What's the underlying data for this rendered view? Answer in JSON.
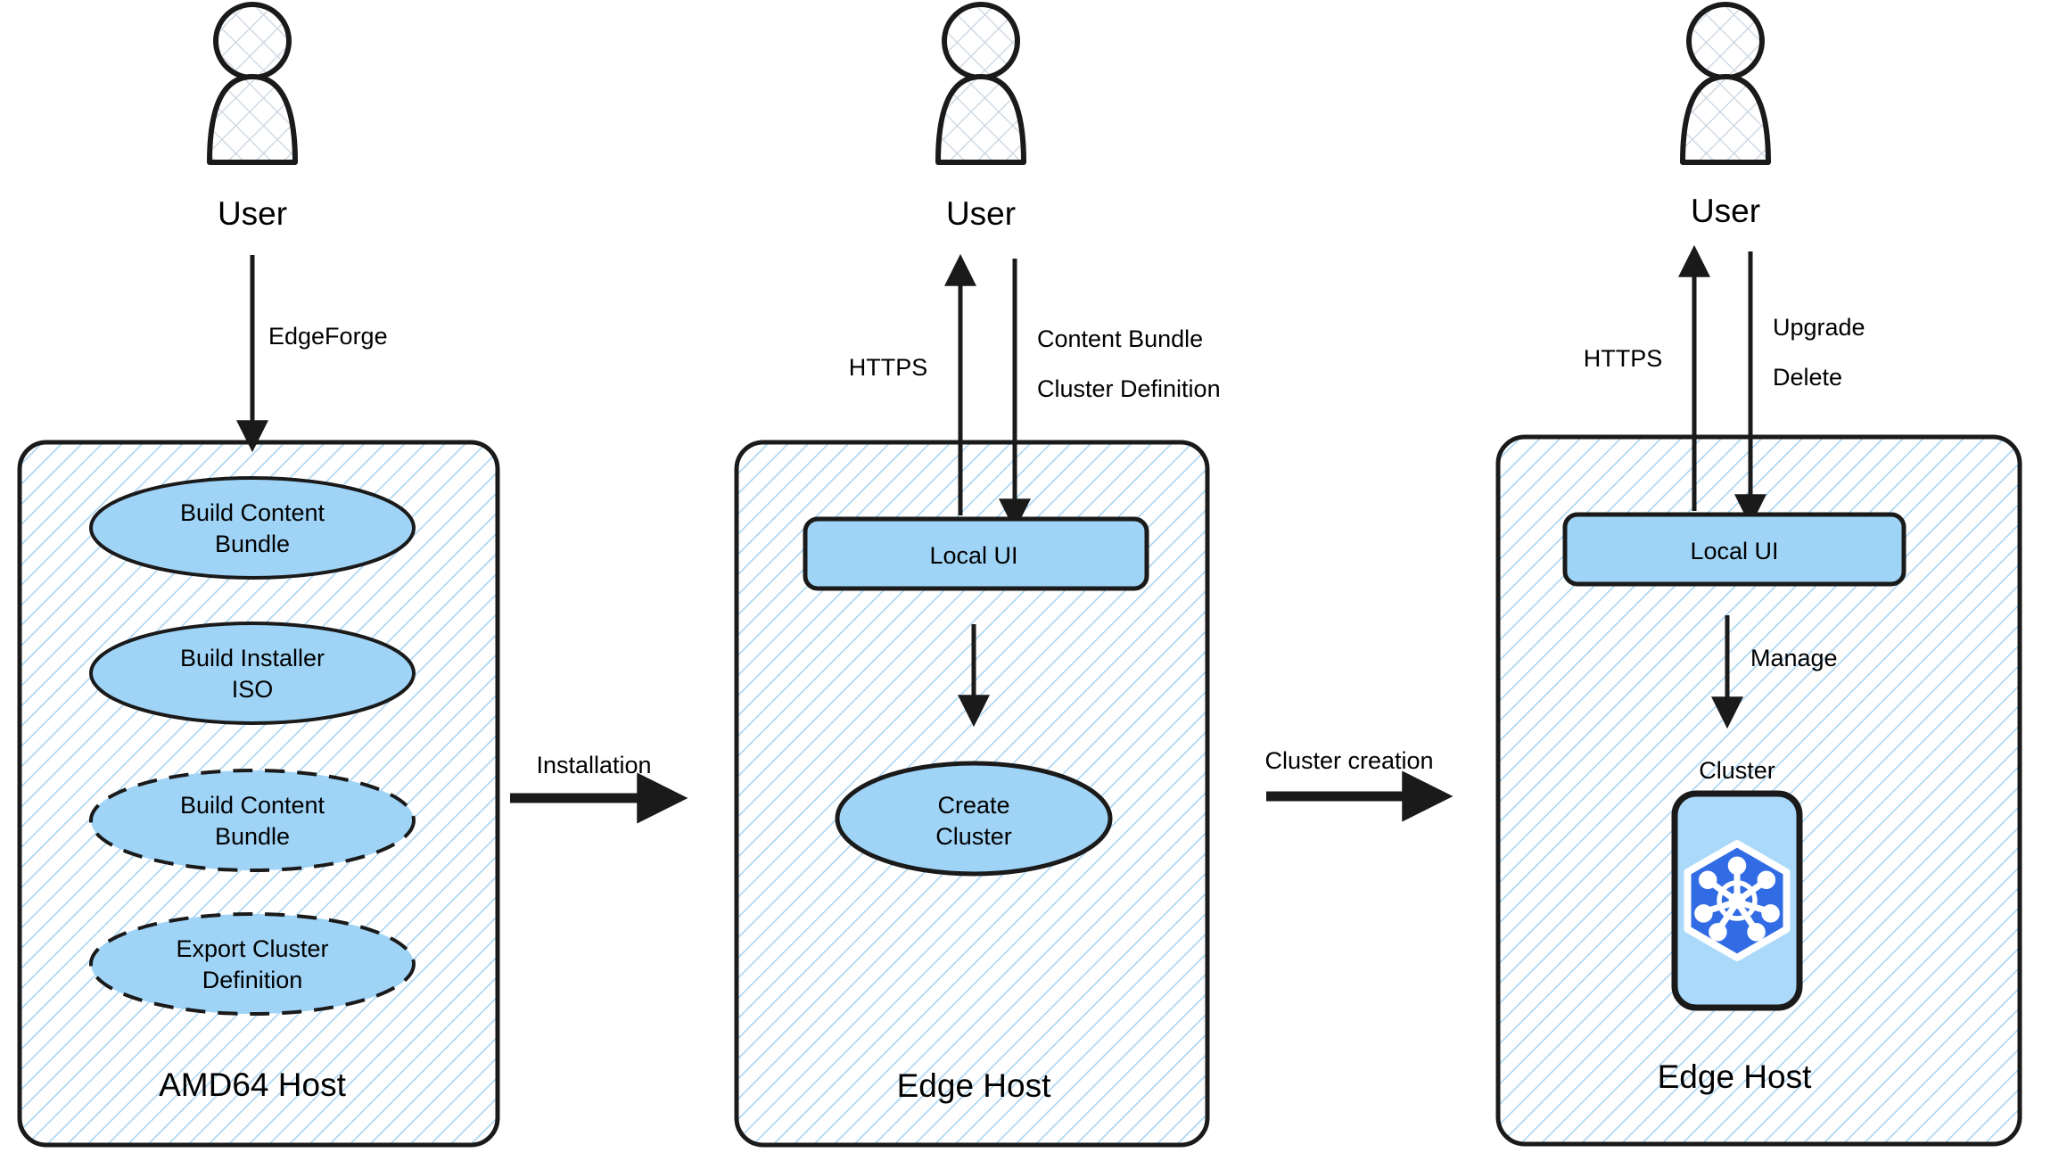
{
  "diagram": {
    "title": "EdgeForge to Edge Host cluster lifecycle flow",
    "type": "flow-diagram",
    "colors": {
      "node_fill": "#9fd4f7",
      "hatch_line": "#a8d5f2",
      "hatch_bg": "#ffffff",
      "stroke": "#1a1a1a",
      "k8s_blue": "#326ce5",
      "k8s_white": "#ffffff",
      "actor_hatch": "#c9d4e0"
    }
  },
  "actors": [
    {
      "id": "actor-left",
      "label": "User"
    },
    {
      "id": "actor-middle",
      "label": "User"
    },
    {
      "id": "actor-right",
      "label": "User"
    }
  ],
  "hosts": [
    {
      "id": "amd64-host",
      "label": "AMD64 Host",
      "nodes": [
        {
          "id": "build-content-bundle-1",
          "label": "Build Content Bundle",
          "line1": "Build Content",
          "line2": "Bundle",
          "shape": "ellipse",
          "border": "solid"
        },
        {
          "id": "build-installer-iso",
          "label": "Build Installer ISO",
          "line1": "Build Installer",
          "line2": "ISO",
          "shape": "ellipse",
          "border": "solid"
        },
        {
          "id": "build-content-bundle-2",
          "label": "Build Content Bundle",
          "line1": "Build Content",
          "line2": "Bundle",
          "shape": "ellipse",
          "border": "dashed"
        },
        {
          "id": "export-cluster-definition",
          "label": "Export Cluster Definition",
          "line1": "Export Cluster",
          "line2": "Definition",
          "shape": "ellipse",
          "border": "dashed"
        }
      ]
    },
    {
      "id": "edge-host-middle",
      "label": "Edge Host",
      "nodes": [
        {
          "id": "local-ui-middle",
          "label": "Local UI",
          "shape": "rounded-rect",
          "border": "solid"
        },
        {
          "id": "create-cluster",
          "label": "Create Cluster",
          "line1": "Create",
          "line2": "Cluster",
          "shape": "ellipse",
          "border": "solid"
        }
      ]
    },
    {
      "id": "edge-host-right",
      "label": "Edge Host",
      "nodes": [
        {
          "id": "local-ui-right",
          "label": "Local UI",
          "shape": "rounded-rect",
          "border": "solid"
        },
        {
          "id": "cluster-box",
          "label": "Cluster",
          "shape": "rounded-rect",
          "icon": "kubernetes-icon",
          "border": "solid"
        }
      ]
    }
  ],
  "edges": [
    {
      "id": "edge-edgeforge",
      "label": "EdgeForge",
      "from": "actor-left",
      "to": "amd64-host",
      "direction": "down"
    },
    {
      "id": "edge-https-middle",
      "label": "HTTPS",
      "from": "edge-host-middle",
      "to": "actor-middle",
      "direction": "up"
    },
    {
      "id": "edge-content-bundle",
      "label": "Content Bundle",
      "from": "actor-middle",
      "to": "local-ui-middle",
      "direction": "down"
    },
    {
      "id": "edge-cluster-def",
      "label": "Cluster Definition",
      "from": "actor-middle",
      "to": "local-ui-middle",
      "direction": "down"
    },
    {
      "id": "edge-localui-create",
      "label": "",
      "from": "local-ui-middle",
      "to": "create-cluster",
      "direction": "down"
    },
    {
      "id": "edge-installation",
      "label": "Installation",
      "from": "amd64-host",
      "to": "edge-host-middle",
      "direction": "right"
    },
    {
      "id": "edge-cluster-creation",
      "label": "Cluster creation",
      "from": "edge-host-middle",
      "to": "edge-host-right",
      "direction": "right"
    },
    {
      "id": "edge-https-right",
      "label": "HTTPS",
      "from": "edge-host-right",
      "to": "actor-right",
      "direction": "up"
    },
    {
      "id": "edge-upgrade",
      "label": "Upgrade",
      "from": "actor-right",
      "to": "local-ui-right",
      "direction": "down"
    },
    {
      "id": "edge-delete",
      "label": "Delete",
      "from": "actor-right",
      "to": "local-ui-right",
      "direction": "down"
    },
    {
      "id": "edge-manage",
      "label": "Manage",
      "from": "local-ui-right",
      "to": "cluster-box",
      "direction": "down"
    }
  ],
  "labels": {
    "user_left": "User",
    "user_middle": "User",
    "user_right": "User",
    "edgeforge": "EdgeForge",
    "https_middle": "HTTPS",
    "content_bundle": "Content Bundle",
    "cluster_definition": "Cluster Definition",
    "installation": "Installation",
    "cluster_creation": "Cluster creation",
    "https_right": "HTTPS",
    "upgrade": "Upgrade",
    "delete": "Delete",
    "manage": "Manage",
    "cluster": "Cluster",
    "amd64_host": "AMD64 Host",
    "edge_host_middle": "Edge Host",
    "edge_host_right": "Edge Host",
    "local_ui_middle": "Local UI",
    "local_ui_right": "Local UI",
    "bcb1_l1": "Build Content",
    "bcb1_l2": "Bundle",
    "biso_l1": "Build Installer",
    "biso_l2": "ISO",
    "bcb2_l1": "Build Content",
    "bcb2_l2": "Bundle",
    "ecd_l1": "Export Cluster",
    "ecd_l2": "Definition",
    "create_l1": "Create",
    "create_l2": "Cluster"
  }
}
